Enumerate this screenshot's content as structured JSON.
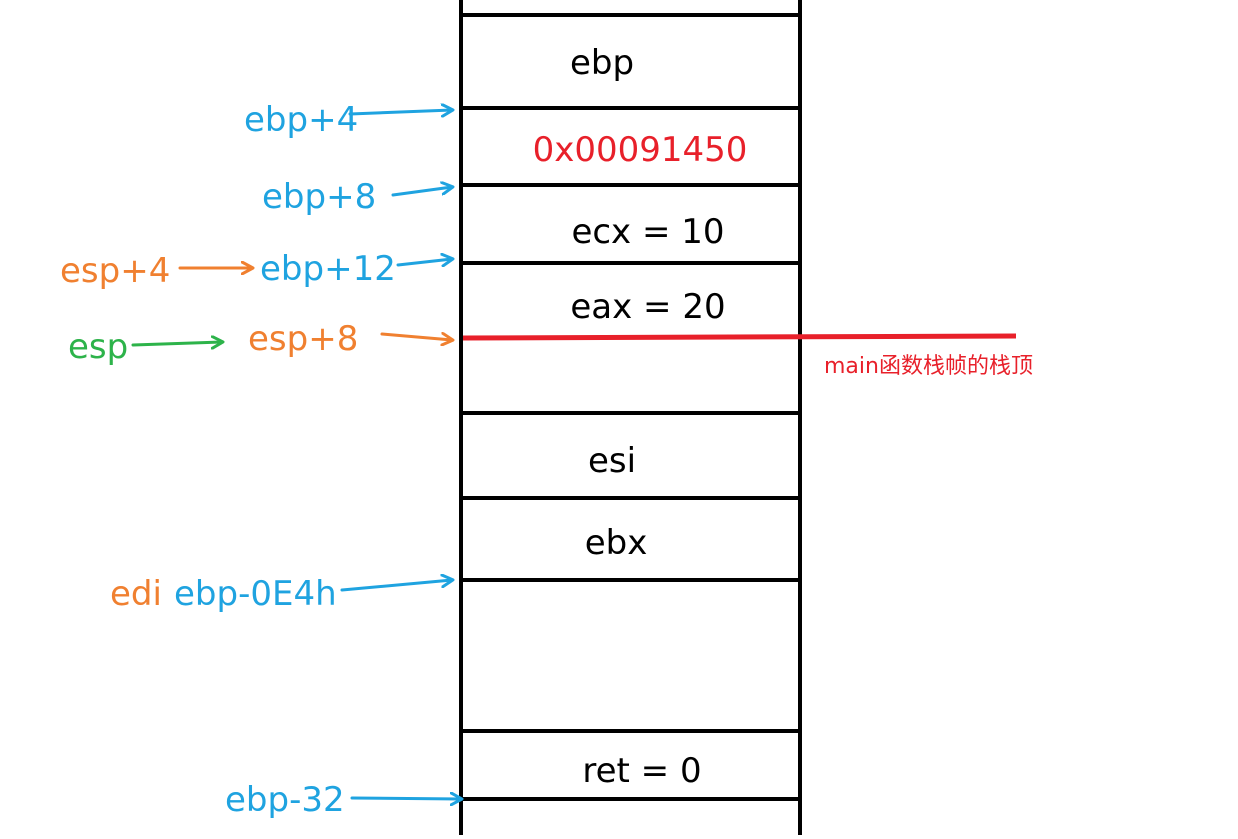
{
  "colors": {
    "black": "#000000",
    "blue": "#1fa3e0",
    "orange": "#f08030",
    "green": "#2db34a",
    "red": "#e8202a"
  },
  "cells": [
    {
      "text": "ebp"
    },
    {
      "text": "0x00091450",
      "color": "red"
    },
    {
      "text": "ecx = 10"
    },
    {
      "text": "eax = 20"
    },
    {
      "text": ""
    },
    {
      "text": "esi"
    },
    {
      "text": "ebx"
    },
    {
      "text": ""
    },
    {
      "text": "ret = 0"
    },
    {
      "text": ""
    }
  ],
  "labels": {
    "ebp_plus_4": "ebp+4",
    "ebp_plus_8": "ebp+8",
    "esp_plus_4": "esp+4",
    "ebp_plus_12": "ebp+12",
    "esp": "esp",
    "esp_plus_8": "esp+8",
    "edi": "edi",
    "ebp_minus_0e4h": "ebp-0E4h",
    "ebp_minus_32": "ebp-32"
  },
  "annotation": {
    "text": "main函数栈帧的栈顶"
  },
  "icons": [
    "arrow-icon"
  ]
}
